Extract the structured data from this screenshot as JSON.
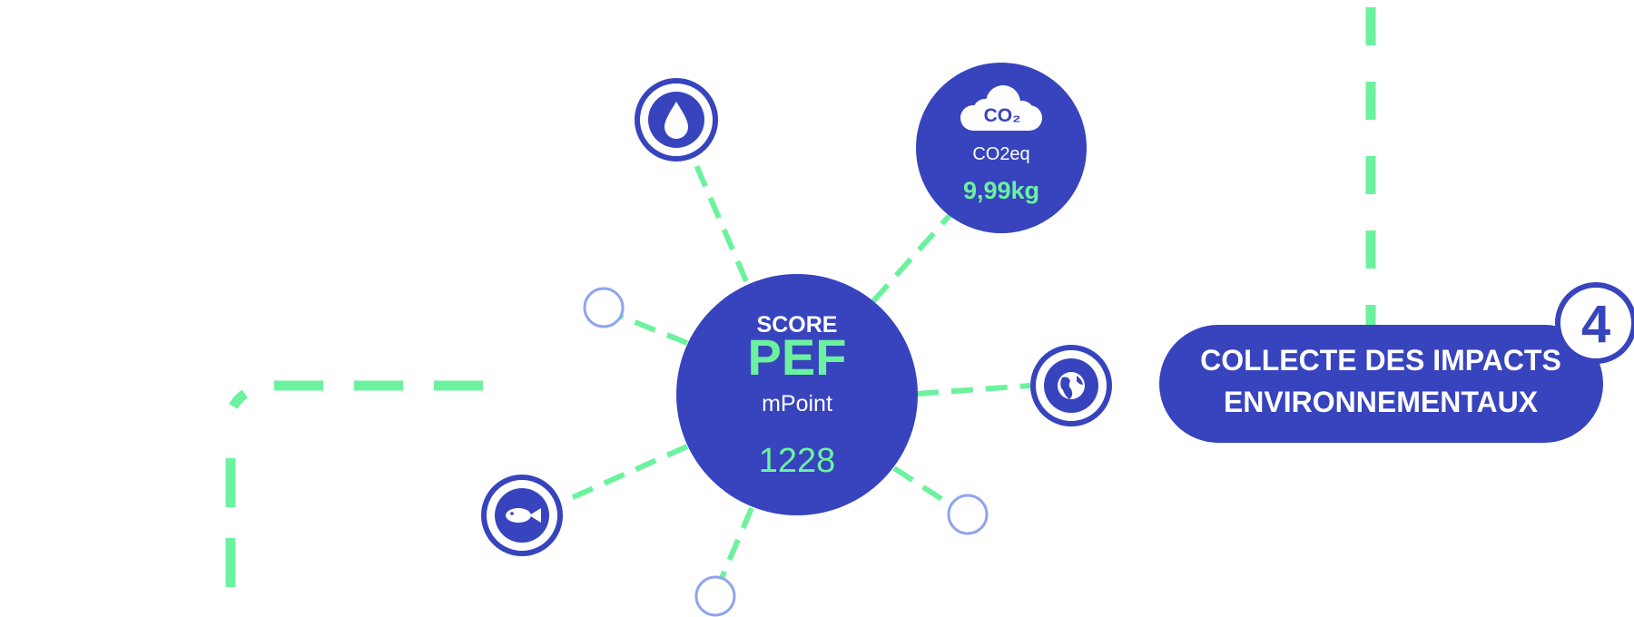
{
  "colors": {
    "navy": "#3744BE",
    "green": "#6CF29E",
    "light_blue": "#8FA5EC",
    "white": "#FFFFFF"
  },
  "center_node": {
    "score_label": "SCORE",
    "pef_label": "PEF",
    "unit": "mPoint",
    "value": "1228"
  },
  "co2_node": {
    "icon": "cloud-icon",
    "icon_text": "CO₂",
    "label": "CO2eq",
    "value": "9,99kg"
  },
  "satellite_icons": [
    "water-drop-icon",
    "globe-icon",
    "fish-icon"
  ],
  "step": {
    "number": "4",
    "title_line1": "COLLECTE DES IMPACTS",
    "title_line2": "ENVIRONNEMENTAUX"
  }
}
